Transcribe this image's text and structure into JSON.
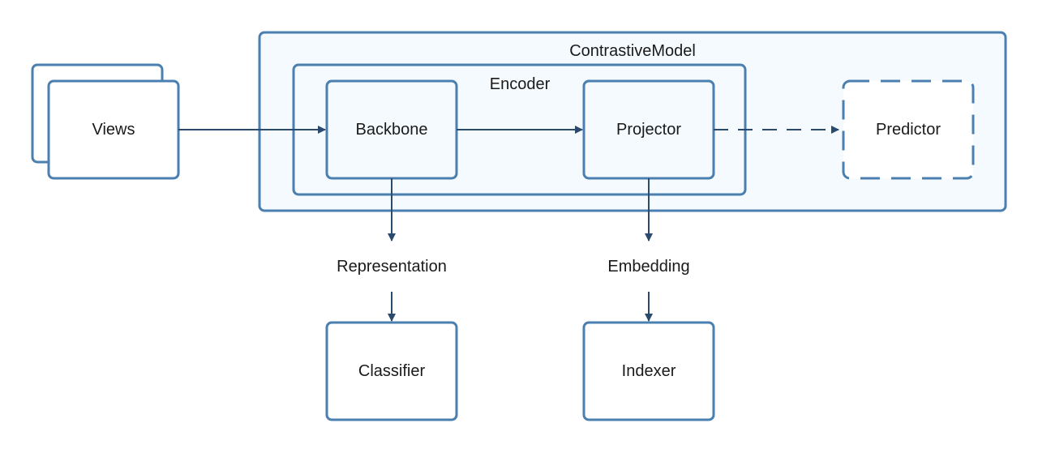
{
  "diagram": {
    "nodes": {
      "views": "Views",
      "contrastive_model": "ContrastiveModel",
      "encoder": "Encoder",
      "backbone": "Backbone",
      "projector": "Projector",
      "predictor": "Predictor",
      "representation": "Representation",
      "embedding": "Embedding",
      "classifier": "Classifier",
      "indexer": "Indexer"
    },
    "colors": {
      "border": "#4a7fb0",
      "fill_light": "#f5fafe",
      "arrow": "#2a4a6e",
      "text": "#1a1a1a"
    }
  }
}
